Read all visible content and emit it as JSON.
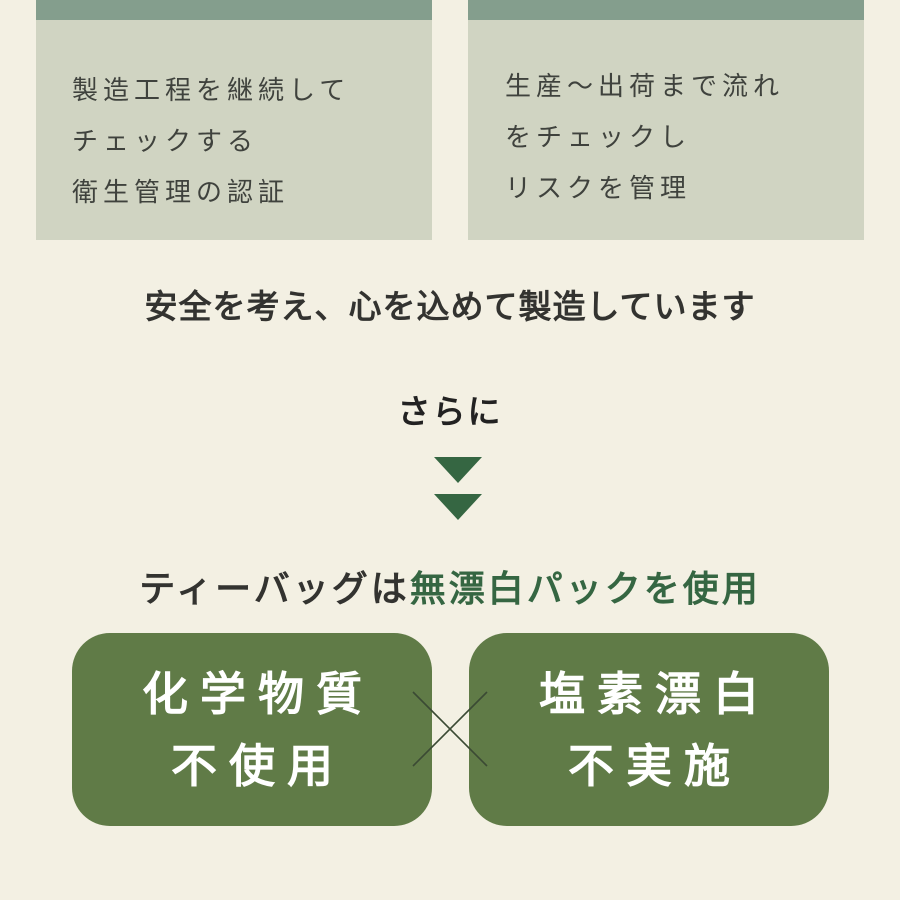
{
  "cards": [
    {
      "lines": [
        "製造工程を継続して",
        "チェックする",
        "衛生管理の認証"
      ]
    },
    {
      "lines": [
        "生産〜出荷まで流れ",
        "をチェックし",
        "リスクを管理"
      ]
    }
  ],
  "headline": "安全を考え、心を込めて製造しています",
  "connector": "さらに",
  "tagline": {
    "prefix": "ティーバッグは",
    "accent": "無漂白パック",
    "suffix": "を使用"
  },
  "features": [
    {
      "line1": "化学物質",
      "line2": "不使用"
    },
    {
      "line1": "塩素漂白",
      "line2": "不実施"
    }
  ],
  "colors": {
    "background": "#f3f0e3",
    "card": "#d0d4c2",
    "card_band": "#849e8d",
    "accent_green": "#356642",
    "pill_green": "#607b47"
  }
}
